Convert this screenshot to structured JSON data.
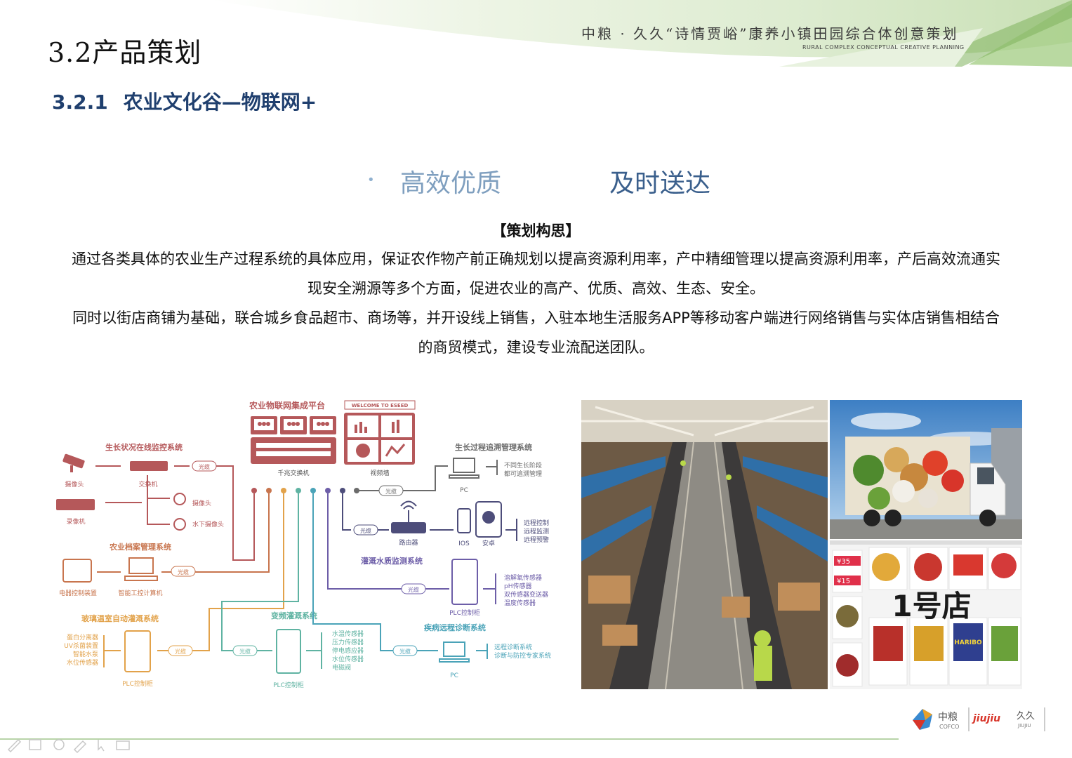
{
  "header": {
    "project_title_cn": "中粮 · 久久“诗情贾峪”康养小镇田园综合体创意策划",
    "project_title_en": "RURAL COMPLEX CONCEPTUAL CREATIVE PLANNING"
  },
  "slide_title": "3.2产品策划",
  "subtitle": {
    "number": "3.2.1",
    "text": "农业文化谷—物联网+"
  },
  "keywords": {
    "bullet": "•",
    "left": "高效优质",
    "right": "及时送达"
  },
  "concept": {
    "heading": "【策划构思】",
    "paragraph1": "通过各类具体的农业生产过程系统的具体应用，保证农作物产前正确规划以提高资源利用率，产中精细管理以提高资源利用率，产后高效流通实现安全溯源等多个方面，促进农业的高产、优质、高效、生态、安全。",
    "paragraph2": "同时以街店商铺为基础，联合城乡食品超市、商场等，并开设线上销售，入驻本地生活服务APP等移动客户端进行网络销售与实体店销售相结合的商贸模式，建设专业流配送团队。"
  },
  "diagram": {
    "platform_title": "农业物联网集成平台",
    "welcome_badge": "WELCOME TO ESEED",
    "switch_label": "千兆交换机",
    "video_wall_label": "视频墙",
    "cable": "光缆",
    "growth_monitor": {
      "title": "生长状况在线监控系统",
      "camera": "摄像头",
      "switch": "交换机",
      "recorder": "录像机",
      "camera2": "摄像头",
      "underwater_camera": "水下摄像头"
    },
    "archive_mgmt": {
      "title": "农业档案管理系统",
      "control_device": "电器控制装置",
      "industrial_pc": "智能工控计算机"
    },
    "greenhouse": {
      "title": "玻璃温室自动灌溉系统",
      "items": [
        "蛋白分离器",
        "UV杀菌装置",
        "智能水泵",
        "水位传感器"
      ],
      "plc": "PLC控制柜"
    },
    "variable_irrigation": {
      "title": "变频灌溉系统",
      "items": [
        "水温传感器",
        "压力传感器",
        "停电感应器",
        "水位传感器",
        "电磁阀"
      ],
      "plc": "PLC控制柜"
    },
    "traceability": {
      "title": "生长过程追溯管理系统",
      "pc": "PC",
      "items": [
        "不同生长阶段",
        "都可追溯管理"
      ]
    },
    "router": {
      "label": "路由器",
      "ios": "IOS",
      "android": "安卓",
      "items": [
        "远程控制",
        "远程监测",
        "远程预警"
      ]
    },
    "water_quality": {
      "title": "灌溉水质监测系统",
      "plc": "PLC控制柜",
      "items": [
        "溶解氧传感器",
        "pH传感器",
        "双传感器变送器",
        "温度传感器"
      ]
    },
    "disease": {
      "title": "疾病远程诊断系统",
      "pc": "PC",
      "items": [
        "远程诊断系统",
        "诊断与防控专家系统"
      ]
    },
    "bus_colors": [
      "#b5585a",
      "#c8754e",
      "#e2a24a",
      "#5fb3a2",
      "#4aa3b8",
      "#6d5ea8",
      "#4d4d7a",
      "#6b6b6b"
    ]
  },
  "photos": {
    "app_store_brand": "1号店",
    "candy_brand": "HARIBO",
    "price_tags": [
      "¥35",
      "¥15"
    ]
  },
  "footer": {
    "logo1_cn": "中粮",
    "logo1_en": "COFCO",
    "logo2_mark": "jiujiu",
    "logo2_cn": "久久",
    "logo2_en": "JIUJIU"
  },
  "colors": {
    "title_blue": "#1f3f6e",
    "keyword_light": "#7f9fbf",
    "keyword_dark": "#3a5f8c",
    "diagram_red": "#b5585a",
    "diagram_orange": "#e2a24a",
    "diagram_teal": "#5fb3a2",
    "diagram_blue": "#4aa3b8",
    "diagram_gray": "#6b6b6b"
  }
}
